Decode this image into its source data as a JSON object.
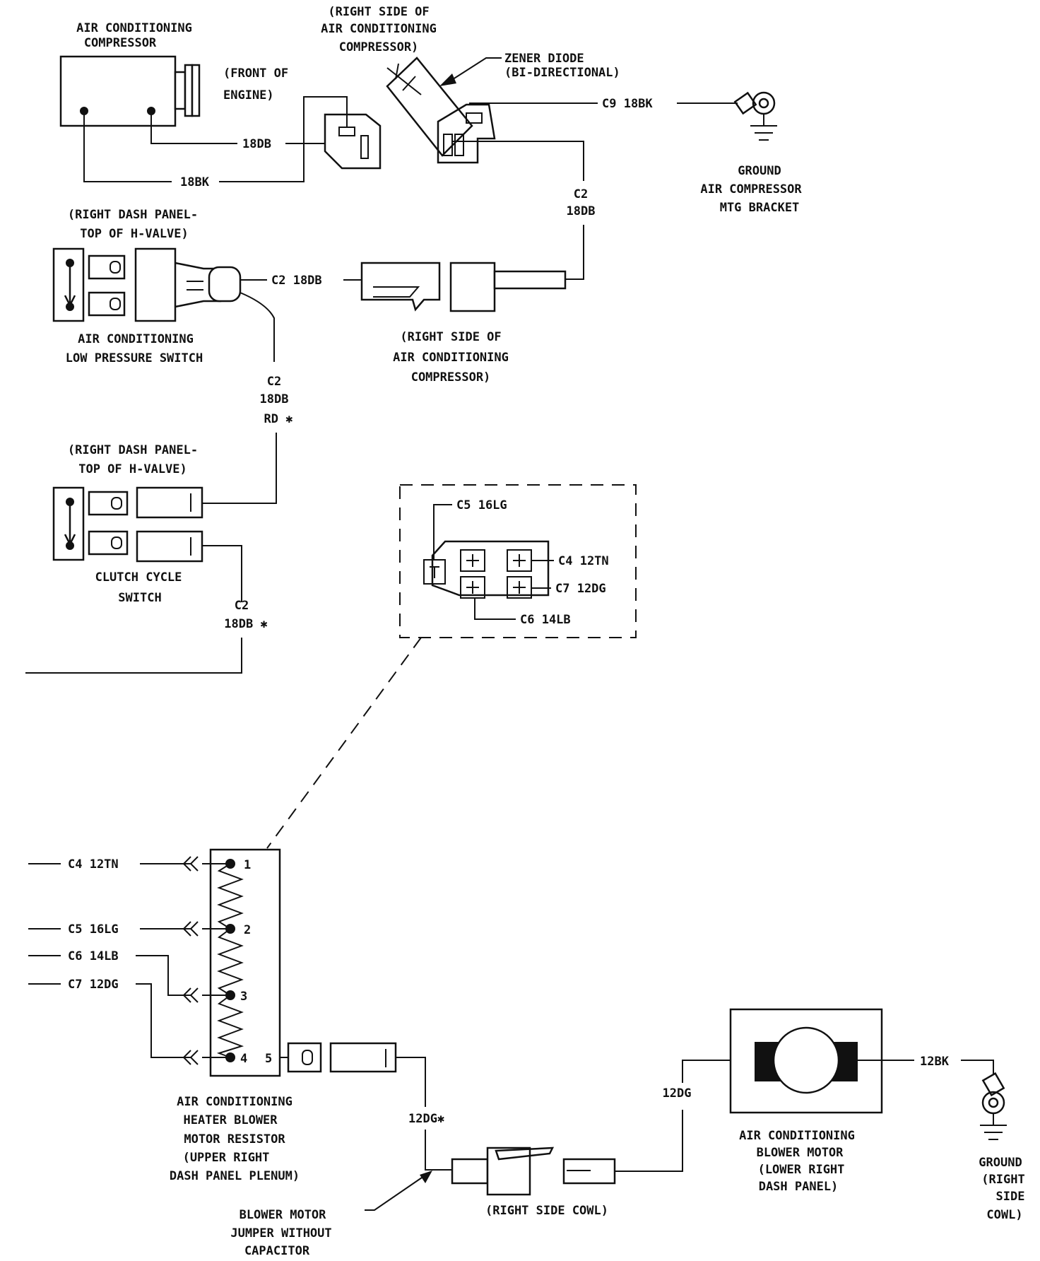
{
  "labels": {
    "compressor": [
      "AIR CONDITIONING",
      "COMPRESSOR"
    ],
    "front_of_engine": [
      "(FRONT OF",
      "ENGINE)"
    ],
    "right_side_compressor_top": [
      "(RIGHT SIDE OF",
      "AIR CONDITIONING",
      "COMPRESSOR)"
    ],
    "zener_diode": [
      "ZENER DIODE",
      "(BI-DIRECTIONAL)"
    ],
    "ground_compressor": [
      "GROUND",
      "AIR COMPRESSOR",
      "MTG BRACKET"
    ],
    "right_dash_panel_1": [
      "(RIGHT DASH PANEL-",
      "TOP OF H-VALVE)"
    ],
    "low_pressure_switch": [
      "AIR CONDITIONING",
      "LOW PRESSURE SWITCH"
    ],
    "right_side_compressor_mid": [
      "(RIGHT SIDE OF",
      "AIR CONDITIONING",
      "COMPRESSOR)"
    ],
    "right_dash_panel_2": [
      "(RIGHT DASH PANEL-",
      "TOP OF H-VALVE)"
    ],
    "clutch_cycle_switch": [
      "CLUTCH CYCLE",
      "SWITCH"
    ],
    "blower_resistor": [
      "AIR CONDITIONING",
      "HEATER BLOWER",
      "MOTOR RESISTOR",
      "(UPPER RIGHT",
      "DASH PANEL PLENUM)"
    ],
    "blower_jumper": [
      "BLOWER MOTOR",
      "JUMPER WITHOUT",
      "CAPACITOR"
    ],
    "right_side_cowl": "(RIGHT SIDE COWL)",
    "blower_motor": [
      "AIR CONDITIONING",
      "BLOWER MOTOR",
      "(LOWER RIGHT",
      "DASH PANEL)"
    ],
    "ground_cowl": [
      "GROUND",
      "(RIGHT",
      "SIDE",
      "COWL)"
    ]
  },
  "wires": {
    "comp_18db": "18DB",
    "comp_18bk": "18BK",
    "diode_ground": "C9 18BK",
    "diode_c2": [
      "C2",
      "18DB"
    ],
    "lps_c2": "C2 18DB",
    "lps_down": [
      "C2",
      "18DB",
      "RD ✱"
    ],
    "clutch_c2": [
      "C2",
      "18DB ✱"
    ],
    "inset_c5": "C5 16LG",
    "inset_c4": "C4 12TN",
    "inset_c7": "C7 12DG",
    "inset_c6": "C6 14LB",
    "res_c4": "C4 12TN",
    "res_c5": "C5 16LG",
    "res_c6": "C6 14LB",
    "res_c7": "C7 12DG",
    "jumper_12dg": "12DG✱",
    "motor_12dg": "12DG",
    "motor_12bk": "12BK"
  },
  "resistor_pins": [
    "1",
    "2",
    "3",
    "4",
    "5"
  ]
}
